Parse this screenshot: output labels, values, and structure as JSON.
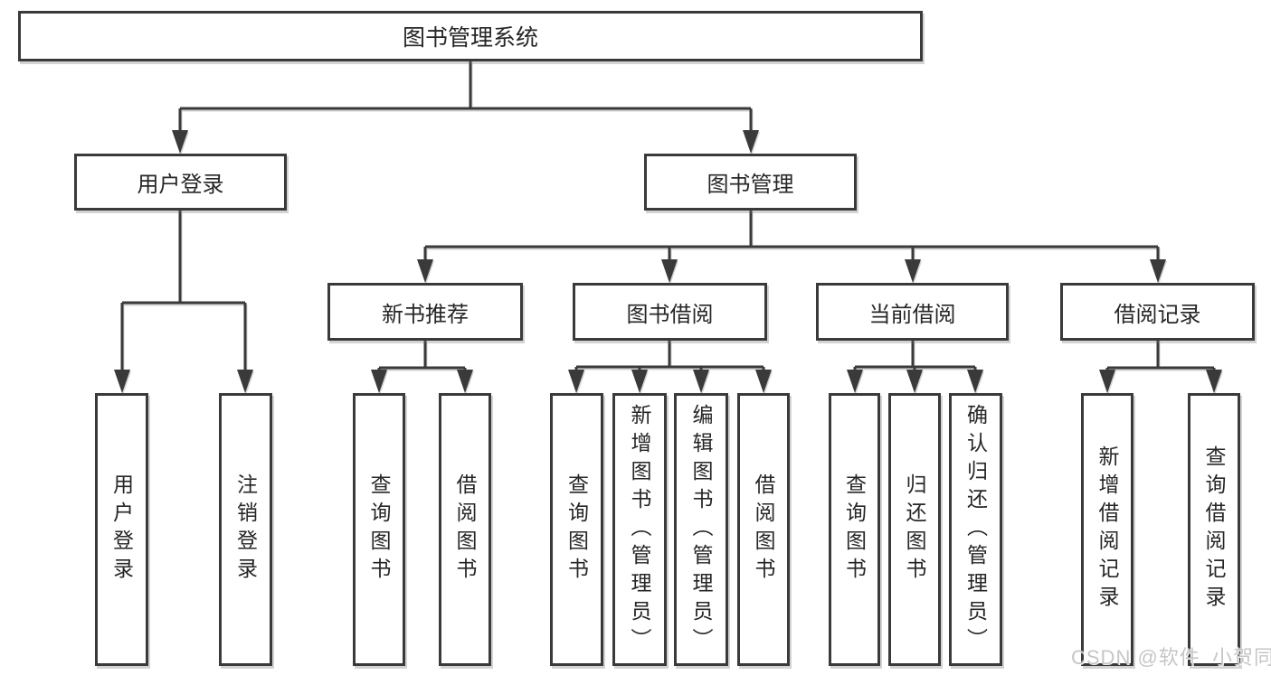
{
  "tree": {
    "root": {
      "label": "图书管理系统"
    },
    "children": [
      {
        "label": "用户登录",
        "children": [
          {
            "label": "用户登录"
          },
          {
            "label": "注销登录"
          }
        ]
      },
      {
        "label": "图书管理",
        "children": [
          {
            "label": "新书推荐",
            "children": [
              {
                "label": "查询图书"
              },
              {
                "label": "借阅图书"
              }
            ]
          },
          {
            "label": "图书借阅",
            "children": [
              {
                "label": "查询图书"
              },
              {
                "label": "新增图书（管理员）"
              },
              {
                "label": "编辑图书（管理员）"
              },
              {
                "label": "借阅图书"
              }
            ]
          },
          {
            "label": "当前借阅",
            "children": [
              {
                "label": "查询图书"
              },
              {
                "label": "归还图书"
              },
              {
                "label": "确认归还（管理员）"
              }
            ]
          },
          {
            "label": "借阅记录",
            "children": [
              {
                "label": "新增借阅记录"
              },
              {
                "label": "查询借阅记录"
              }
            ]
          }
        ]
      }
    ]
  },
  "watermark": {
    "text": "CSDN @软件_小贺同学"
  },
  "colors": {
    "line": "#3a3a3a",
    "text": "#262626",
    "box_fill": "#ffffff",
    "watermark": "#c6c6c6",
    "background": "#ffffff"
  }
}
